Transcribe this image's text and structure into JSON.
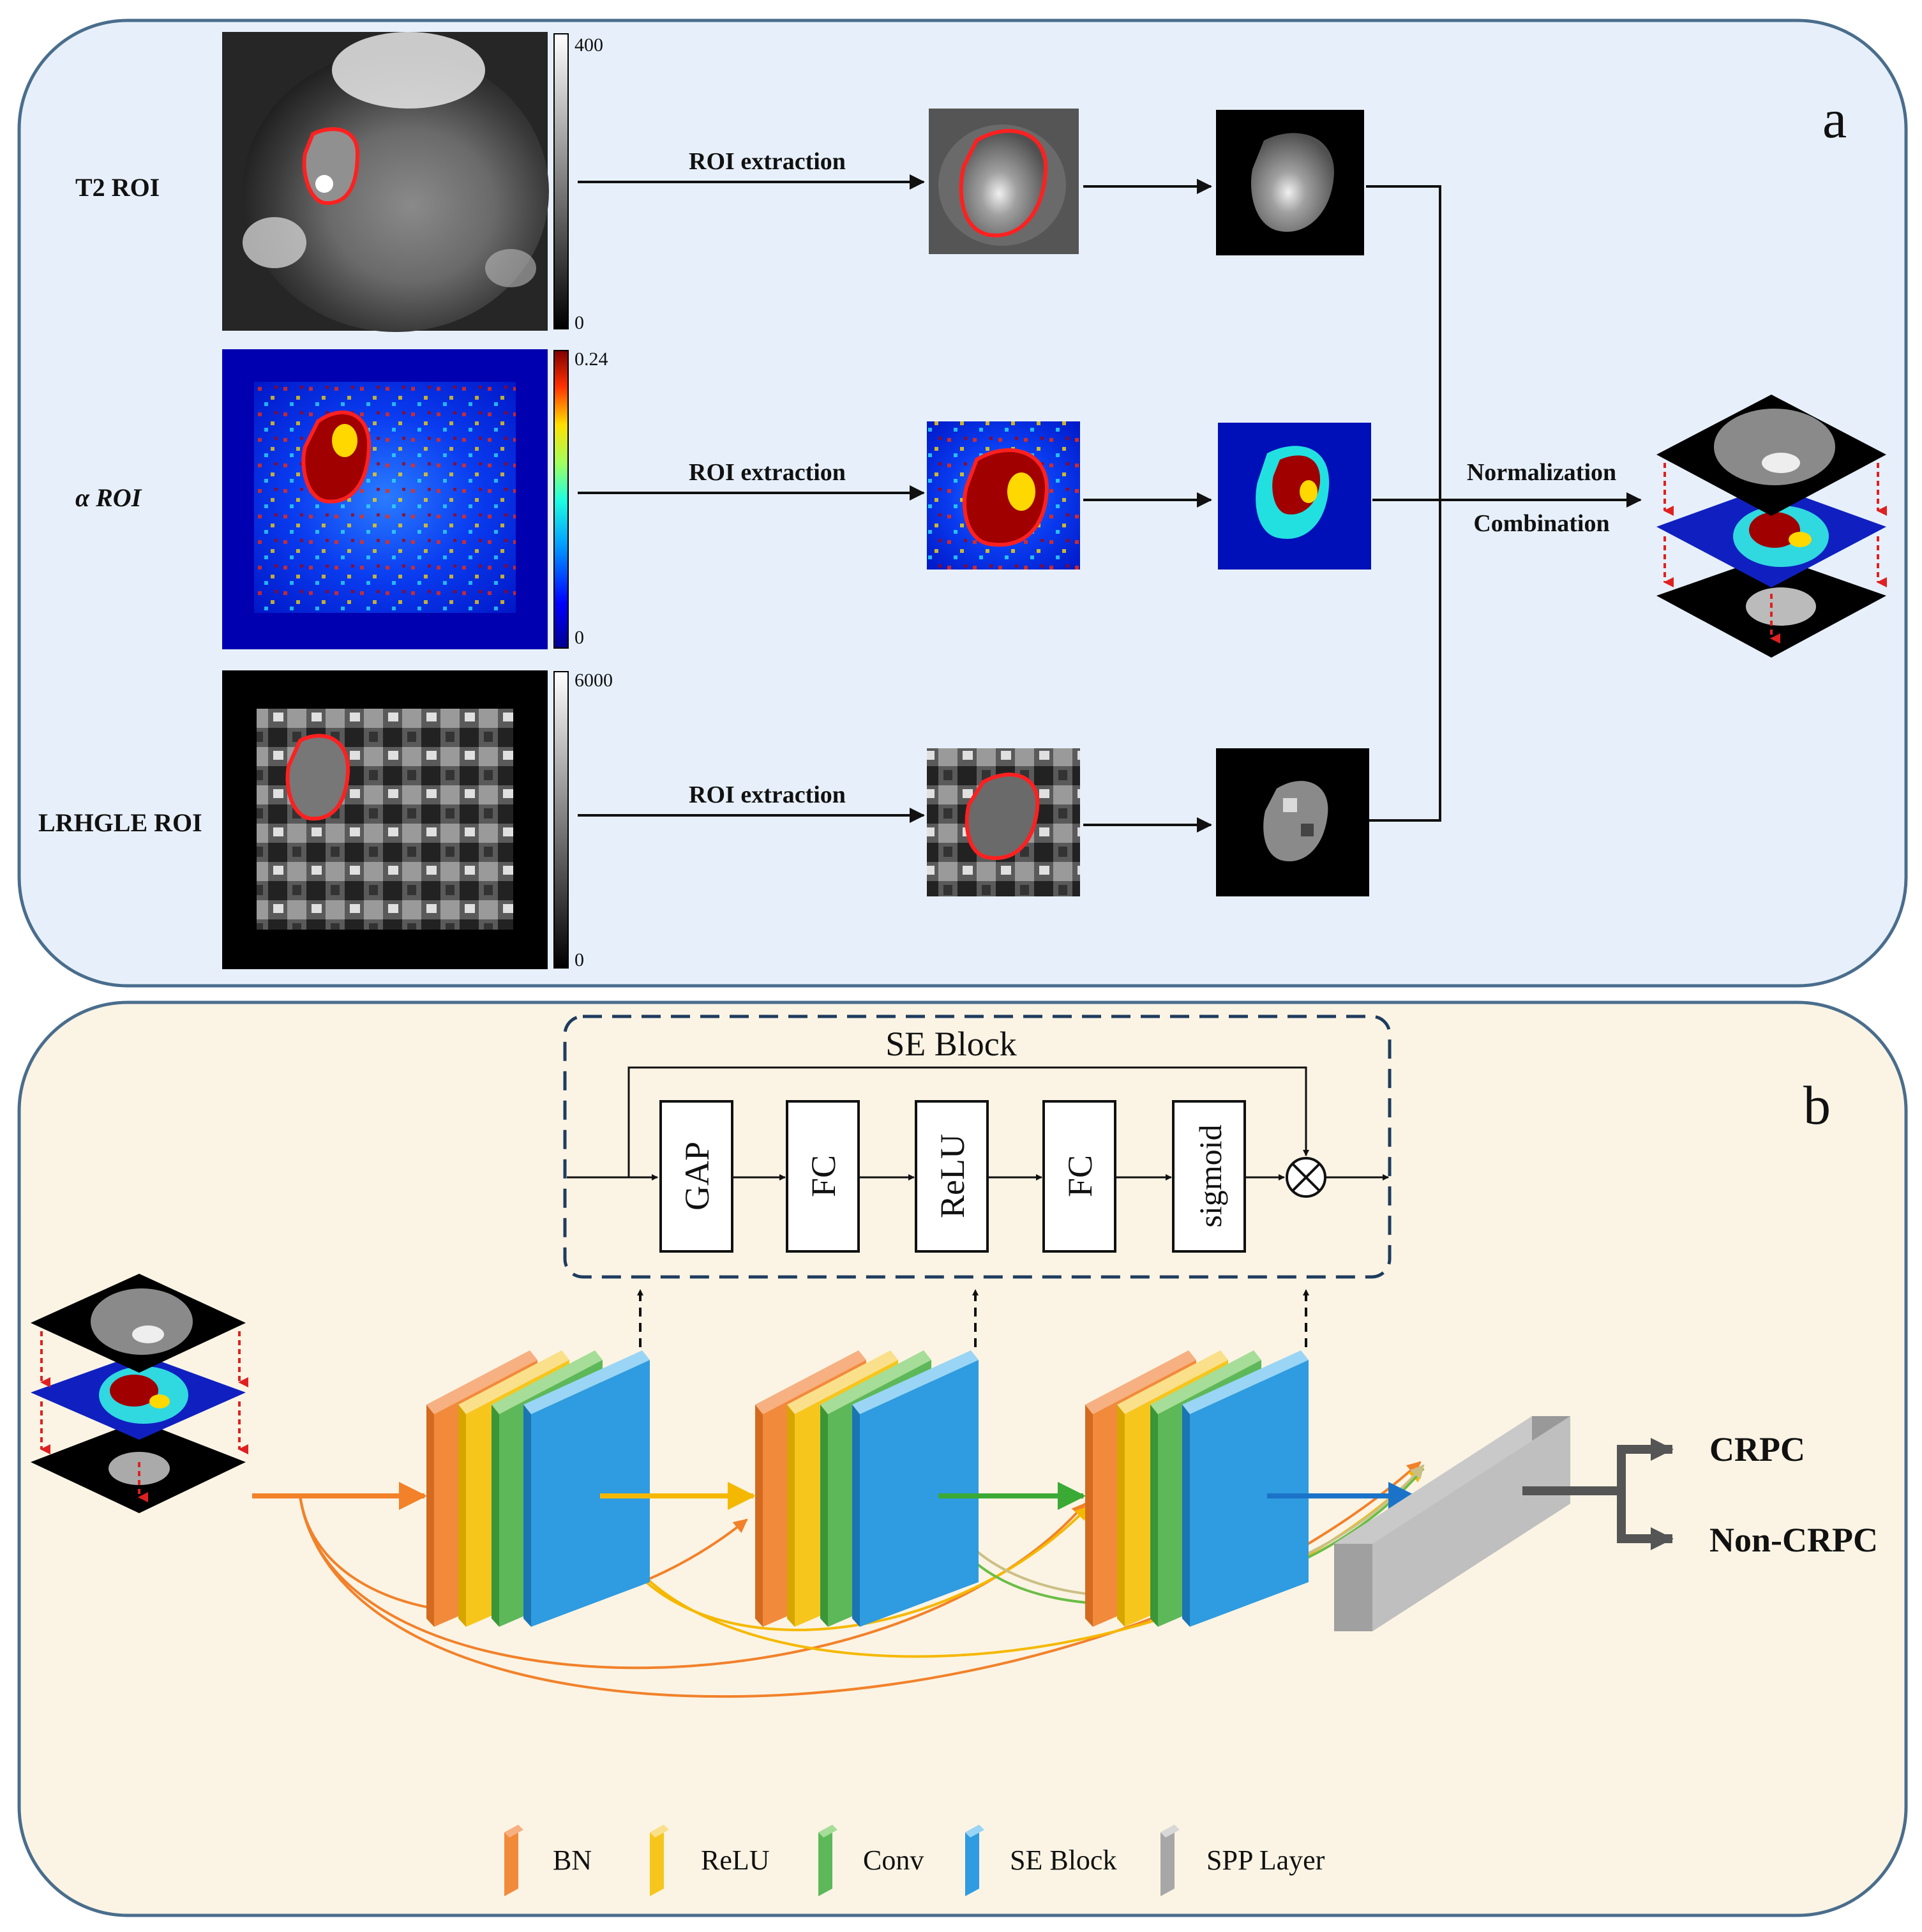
{
  "panel_a": {
    "letter": "a",
    "rows": [
      {
        "label": "T2 ROI",
        "cbar_max": "400",
        "cbar_min": "0",
        "step": "ROI extraction"
      },
      {
        "label": "α ROI",
        "cbar_max": "0.24",
        "cbar_min": "0",
        "step": "ROI extraction"
      },
      {
        "label": "LRHGLE ROI",
        "cbar_max": "6000",
        "cbar_min": "0",
        "step": "ROI extraction"
      }
    ],
    "merge_line1": "Normalization",
    "merge_line2": "Combination"
  },
  "panel_b": {
    "letter": "b",
    "se_title": "SE Block",
    "se_ops": [
      "GAP",
      "FC",
      "ReLU",
      "FC",
      "sigmoid"
    ],
    "outputs": [
      "CRPC",
      "Non-CRPC"
    ],
    "legend": [
      {
        "label": "BN",
        "color": "#f28a3c"
      },
      {
        "label": "ReLU",
        "color": "#f7c61c"
      },
      {
        "label": "Conv",
        "color": "#5db85a"
      },
      {
        "label": "SE Block",
        "color": "#2f9be0"
      },
      {
        "label": "SPP Layer",
        "color": "#a7a7a7"
      }
    ]
  }
}
